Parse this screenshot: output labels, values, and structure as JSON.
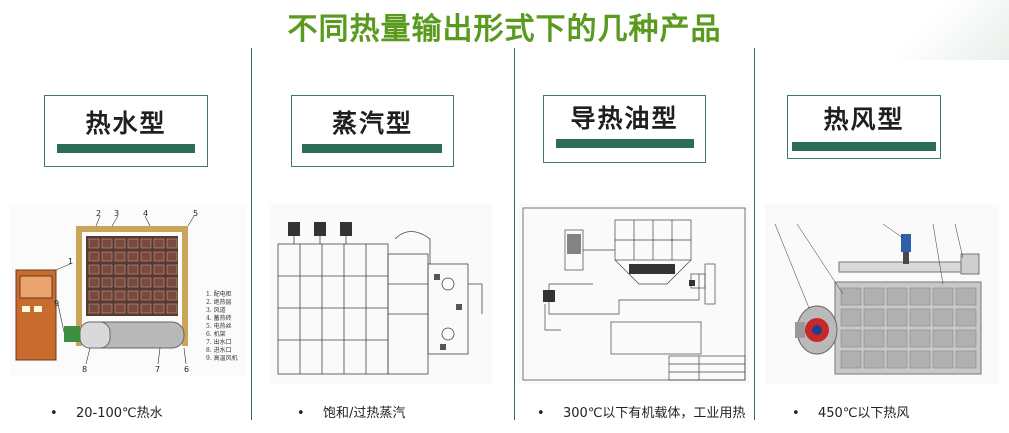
{
  "title": "不同热量输出形式下的几种产品",
  "products": [
    {
      "label": "热水型",
      "caption": "20-100℃热水",
      "legend": [
        "1. 配电柜",
        "2. 绝热层",
        "3. 风道",
        "4. 蓄热砖",
        "5. 电热丝",
        "6. 机架",
        "7. 出水口",
        "8. 进水口",
        "9. 高温风机"
      ],
      "callouts": [
        "1",
        "2",
        "3",
        "4",
        "5",
        "6",
        "7",
        "8",
        "9"
      ]
    },
    {
      "label": "蒸汽型",
      "caption": "饱和/过热蒸汽"
    },
    {
      "label": "导热油型",
      "caption": "300℃以下有机载体，工业用热"
    },
    {
      "label": "热风型",
      "caption": "450℃以下热风"
    }
  ]
}
